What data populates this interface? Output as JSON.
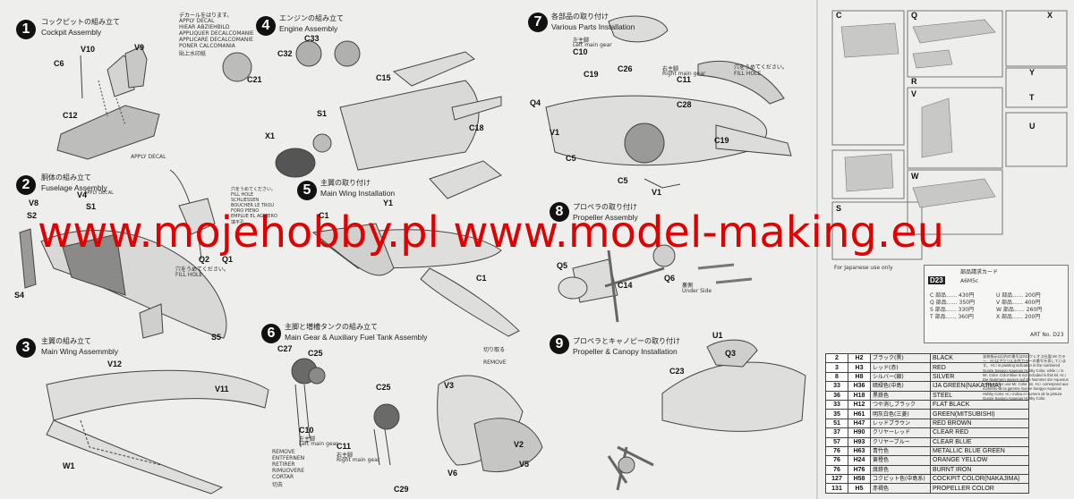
{
  "watermark": "www.mojehobby.pl www.model-making.eu",
  "steps": [
    {
      "num": "1",
      "jp": "コックピットの組み立て",
      "en": "Cockpit Assembly"
    },
    {
      "num": "2",
      "jp": "胴体の組み立て",
      "en": "Fuselage Assembly"
    },
    {
      "num": "3",
      "jp": "主翼の組み立て",
      "en": "Main Wing Assemmbly"
    },
    {
      "num": "4",
      "jp": "エンジンの組み立て",
      "en": "Engine Assembly"
    },
    {
      "num": "5",
      "jp": "主翼の取り付け",
      "en": "Main Wing Installation"
    },
    {
      "num": "6",
      "jp": "主脚と増槽タンクの組み立て",
      "en": "Main Gear & Auxiliary Fuel Tank Assembly"
    },
    {
      "num": "7",
      "jp": "各部品の取り付け",
      "en": "Various Parts Installation"
    },
    {
      "num": "8",
      "jp": "プロペラの取り付け",
      "en": "Propeller Assembly"
    },
    {
      "num": "9",
      "jp": "プロペラとキャノピーの取り付け",
      "en": "Propeller & Canopy Installation"
    }
  ],
  "decal_note": {
    "jp": "デカールをはります。",
    "lines": [
      "APPLY DECAL",
      "HIEAR ABZIEHBILD",
      "APPLIQUER DECALCOMANIE",
      "APPLICARE DECALCOMANIE",
      "PONER CALCOMANIA",
      "貼上水印紙"
    ],
    "short": "APPLY DECAL"
  },
  "fill_hole": {
    "jp": "穴をうめてください。",
    "en": "FILL HOLE",
    "lines": [
      "FILL HOLE",
      "SCHLIESSEN",
      "BOUCHER LE TROU",
      "FORO PIENO",
      "EMPLUE EL AGUJERO",
      "填平孔"
    ]
  },
  "remove": {
    "jp": "切り取る",
    "en": "REMOVE",
    "lines": [
      "REMOVE",
      "ENTFERNEN",
      "RETIRER",
      "RIMUOVERE",
      "CORTAR",
      "切去"
    ]
  },
  "parts": {
    "s1": [
      "V10",
      "V9",
      "C6",
      "C12"
    ],
    "s2": [
      "V8",
      "S2",
      "V4",
      "S1",
      "Q2",
      "Q1",
      "S4",
      "S5"
    ],
    "s3": [
      "V12",
      "V11",
      "W1"
    ],
    "s4": [
      "C33",
      "C32",
      "C21",
      "C15",
      "S1",
      "X1",
      "C18"
    ],
    "s5": [
      "Y1",
      "C1",
      "C1"
    ],
    "s6": [
      "C27",
      "C25",
      "C10",
      "C25",
      "C11",
      "C29",
      "V3",
      "V2",
      "V6",
      "V5"
    ],
    "s7": [
      "C10",
      "C19",
      "C26",
      "C11",
      "Q4",
      "C28",
      "V1",
      "C19",
      "C5",
      "C5",
      "V1"
    ],
    "s8": [
      "Q5",
      "C14",
      "Q6"
    ],
    "s9": [
      "U1",
      "Q3",
      "C23"
    ]
  },
  "gear_labels": {
    "left_jp": "左主脚",
    "left_en": "Left main gear",
    "right_jp": "右主脚",
    "right_en": "Right main gear"
  },
  "under_side": {
    "jp": "裏側",
    "en": "Under Side"
  },
  "sprue_letters": [
    "C",
    "Q",
    "X",
    "R",
    "V",
    "Y",
    "T",
    "U",
    "W",
    "S"
  ],
  "japanese_users": "For Japanese use only",
  "parts_card": {
    "title": "部品請求カード",
    "code": "D23",
    "model": "A6M5c",
    "price_rows": [
      "C 部品…… 430円",
      "Q 部品…… 350円",
      "S 部品…… 330円",
      "T 部品…… 360円",
      "U 部品…… 200円",
      "V 部品…… 400円",
      "W 部品…… 260円",
      "X 部品…… 200円"
    ],
    "art": "ART No. D23"
  },
  "colors": [
    {
      "code": "H2",
      "num": "2",
      "jp": "ブラック(黒)",
      "en": "BLACK"
    },
    {
      "code": "H3",
      "num": "3",
      "jp": "レッド(赤)",
      "en": "RED"
    },
    {
      "code": "H8",
      "num": "8",
      "jp": "シルバー(銀)",
      "en": "SILVER"
    },
    {
      "code": "H36",
      "num": "33",
      "jp": "暗緑色(中島)",
      "en": "IJA GREEN(NAKAJIMA)"
    },
    {
      "code": "H18",
      "num": "36",
      "jp": "黒鉄色",
      "en": "STEEL"
    },
    {
      "code": "H12",
      "num": "33",
      "jp": "つや消しブラック",
      "en": "FLAT BLACK"
    },
    {
      "code": "H61",
      "num": "35",
      "jp": "明灰白色(三菱)",
      "en": "GREEN(MITSUBISHI)"
    },
    {
      "code": "H47",
      "num": "51",
      "jp": "レッドブラウン",
      "en": "RED BROWN"
    },
    {
      "code": "H90",
      "num": "37",
      "jp": "クリヤーレッド",
      "en": "CLEAR RED"
    },
    {
      "code": "H93",
      "num": "57",
      "jp": "クリヤーブルー",
      "en": "CLEAR BLUE"
    },
    {
      "code": "H63",
      "num": "76",
      "jp": "青竹色",
      "en": "METALLIC BLUE GREEN"
    },
    {
      "code": "H24",
      "num": "76",
      "jp": "黄橙色",
      "en": "ORANGE YELLOW"
    },
    {
      "code": "H76",
      "num": "76",
      "jp": "焼鉄色",
      "en": "BURNT IRON"
    },
    {
      "code": "H58",
      "num": "127",
      "jp": "コクピット色(中島系)",
      "en": "COCKPIT COLOR(NAKAJIMA)"
    },
    {
      "code": "H5",
      "num": "131",
      "jp": "赤褐色",
      "en": "PROPELLER COLOR"
    }
  ],
  "notes": "塗装指示は()内の番号はGSIクレオス社製 Mr.カラー、H□はアクリル水性カラーの番号を表しています。 H☐ is painting indication in the numbered Gunze Sangyo Aqueous Hobby Color, while ☐ is Mr. Color. Color Blue is not included in this kit. H☐ Die Nummern weisen auf die Nummer der Aqueous Hobby Color und Mr. Color hin. H☐ correspond aux numéros de la gamme Gunze Sangyo Aqueous Hobby Color. H☐ indica el numero de la pintura Gunze Sangyo Aqueous Hobby Color."
}
